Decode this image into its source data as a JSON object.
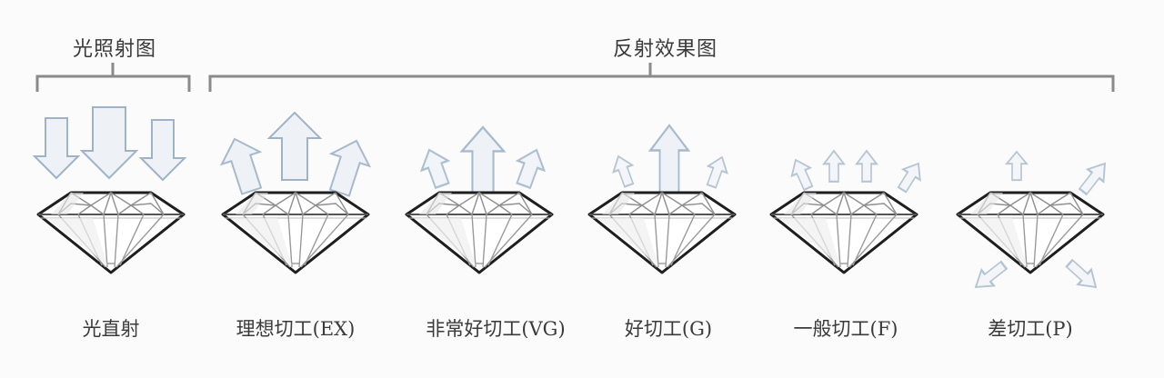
{
  "groups": {
    "incident": {
      "title": "光照射图"
    },
    "reflection": {
      "title": "反射效果图"
    }
  },
  "colors": {
    "bracket": "#8a8a8a",
    "arrow_stroke": "#9fb3c8",
    "arrow_fill": "#eef2f7",
    "diamond_outline": "#1e1e1e",
    "facet": "#9a9a9a",
    "text": "#3a3a3a",
    "background": "#fbfbfb"
  },
  "items": [
    {
      "label": "光直射",
      "light": "direct-down"
    },
    {
      "label": "理想切工(EX)",
      "grade": "EX",
      "light": "reflect-up-strong"
    },
    {
      "label": "非常好切工(VG)",
      "grade": "VG",
      "light": "reflect-up-good"
    },
    {
      "label": "好切工(G)",
      "grade": "G",
      "light": "reflect-up-moderate"
    },
    {
      "label": "一般切工(F)",
      "grade": "F",
      "light": "reflect-up-weak"
    },
    {
      "label": "差切工(P)",
      "grade": "P",
      "light": "leak-out"
    }
  ]
}
